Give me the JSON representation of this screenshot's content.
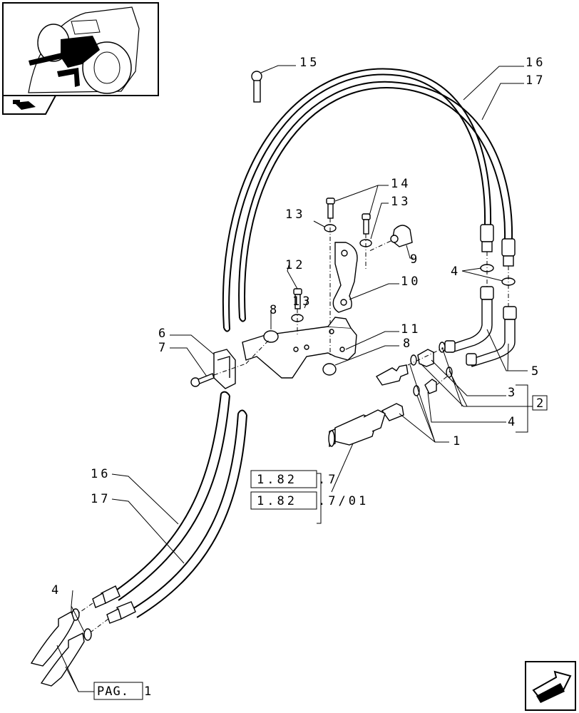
{
  "callouts": {
    "c15": "15",
    "c16_top": "16",
    "c17_top": "17",
    "c14": "14",
    "c13_a": "13",
    "c13_b": "13",
    "c12": "12",
    "c13_c": "13",
    "c9": "9",
    "c10": "10",
    "c8_a": "8",
    "c11": "11",
    "c8_b": "8",
    "c6": "6",
    "c7": "7",
    "c4_top": "4",
    "c5": "5",
    "c3": "3",
    "c4_mid": "4",
    "c1": "1",
    "c2": "2",
    "c16_bottom": "16",
    "c17_bottom": "17",
    "c4_bottom": "4"
  },
  "references": {
    "ref_a_box": "1.82",
    "ref_a_suffix": ".7",
    "ref_b_box": "1.82",
    "ref_b_suffix": ".7/01",
    "page_box": "PAG.",
    "page_suffix": "1"
  },
  "icons": {
    "thumbnail": "tractor-thumbnail-icon",
    "section": "section-badge-icon",
    "nav": "next-page-arrow-icon"
  },
  "colors": {
    "line": "#000000",
    "background": "#ffffff"
  }
}
